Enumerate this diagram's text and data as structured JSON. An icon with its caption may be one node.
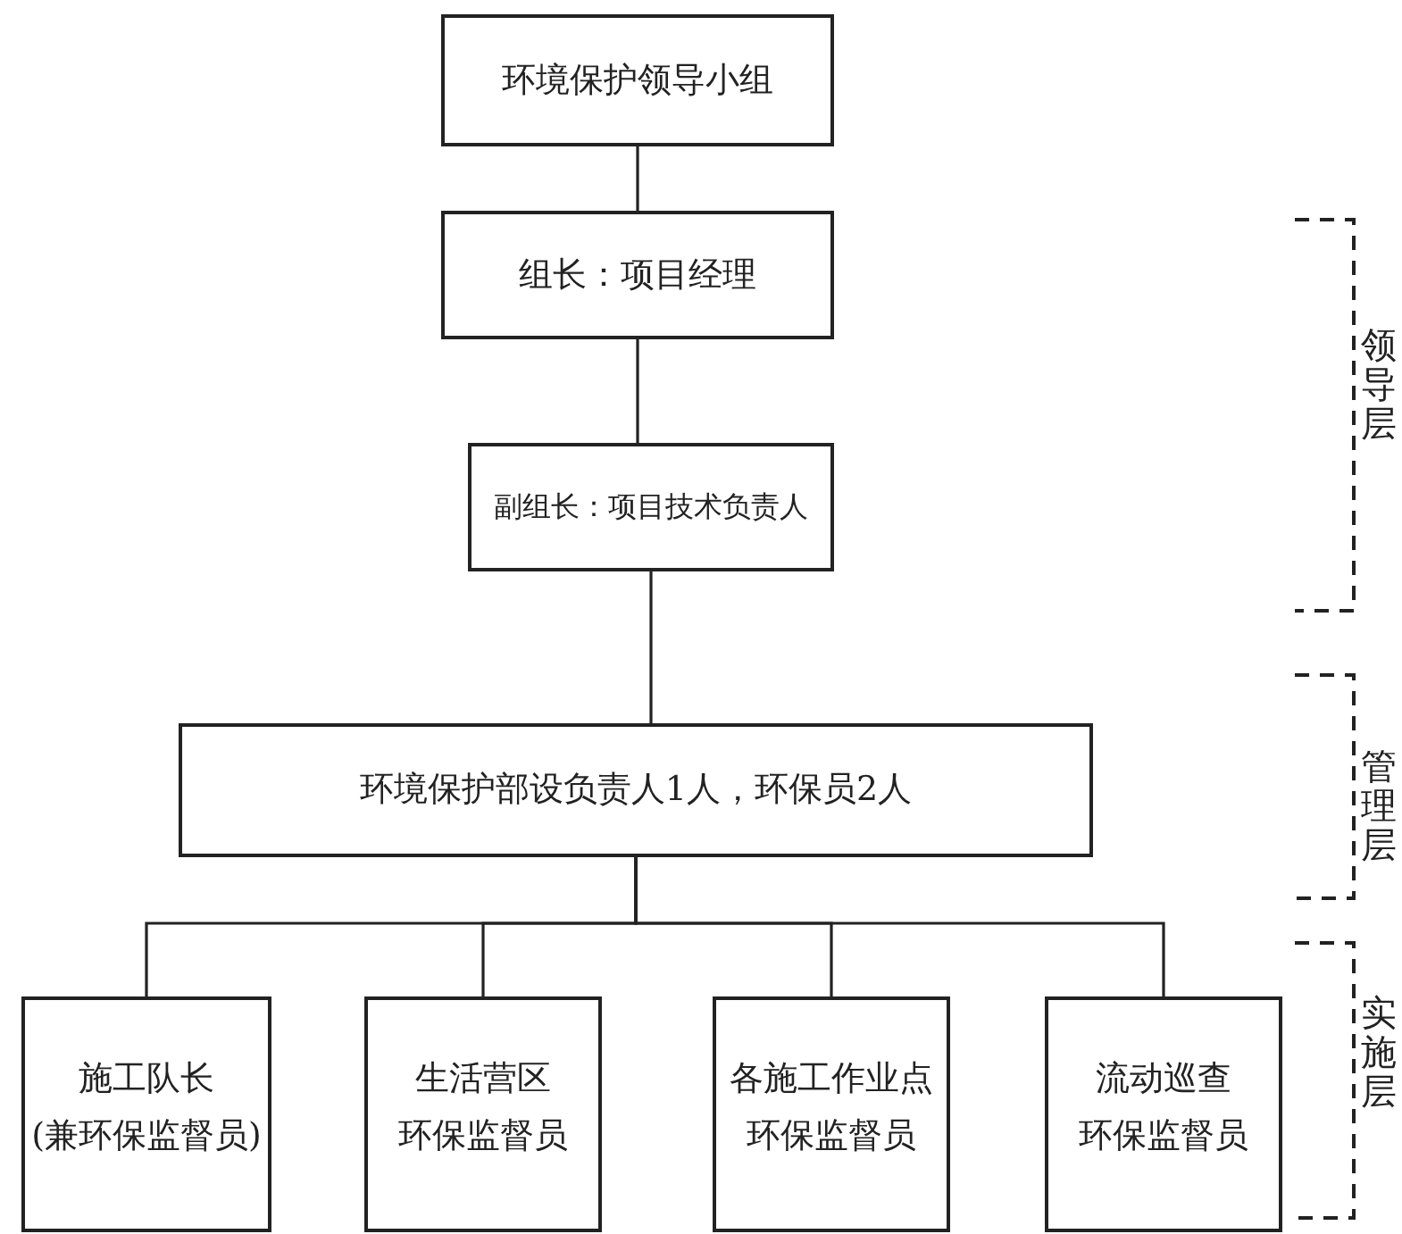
{
  "diagram": {
    "nodes": [
      {
        "text": [
          "环境保护领导小组"
        ]
      },
      {
        "text": [
          "组长：项目经理"
        ]
      },
      {
        "text": [
          "副组长：项目技术负责人"
        ]
      },
      {
        "text": [
          "环境保护部设负责人1人，环保员2人"
        ]
      },
      {
        "text": [
          "施工队长",
          "(兼环保监督员)"
        ]
      },
      {
        "text": [
          "生活营区",
          "环保监督员"
        ]
      },
      {
        "text": [
          "各施工作业点",
          "环保监督员"
        ]
      },
      {
        "text": [
          "流动巡查",
          "环保监督员"
        ]
      }
    ],
    "edges": [
      {
        "from": 0,
        "to": 1,
        "arrow": "none"
      },
      {
        "from": 1,
        "to": 2,
        "arrow": "none"
      },
      {
        "from": 2,
        "to": 3,
        "arrow": "none"
      },
      {
        "from": 3,
        "to": 4,
        "arrow": "none"
      },
      {
        "from": 3,
        "to": 5,
        "arrow": "none"
      },
      {
        "from": 3,
        "to": 6,
        "arrow": "none"
      },
      {
        "from": 3,
        "to": 7,
        "arrow": "none"
      }
    ],
    "labels": [
      "领导层",
      "管理层",
      "实施层"
    ]
  }
}
